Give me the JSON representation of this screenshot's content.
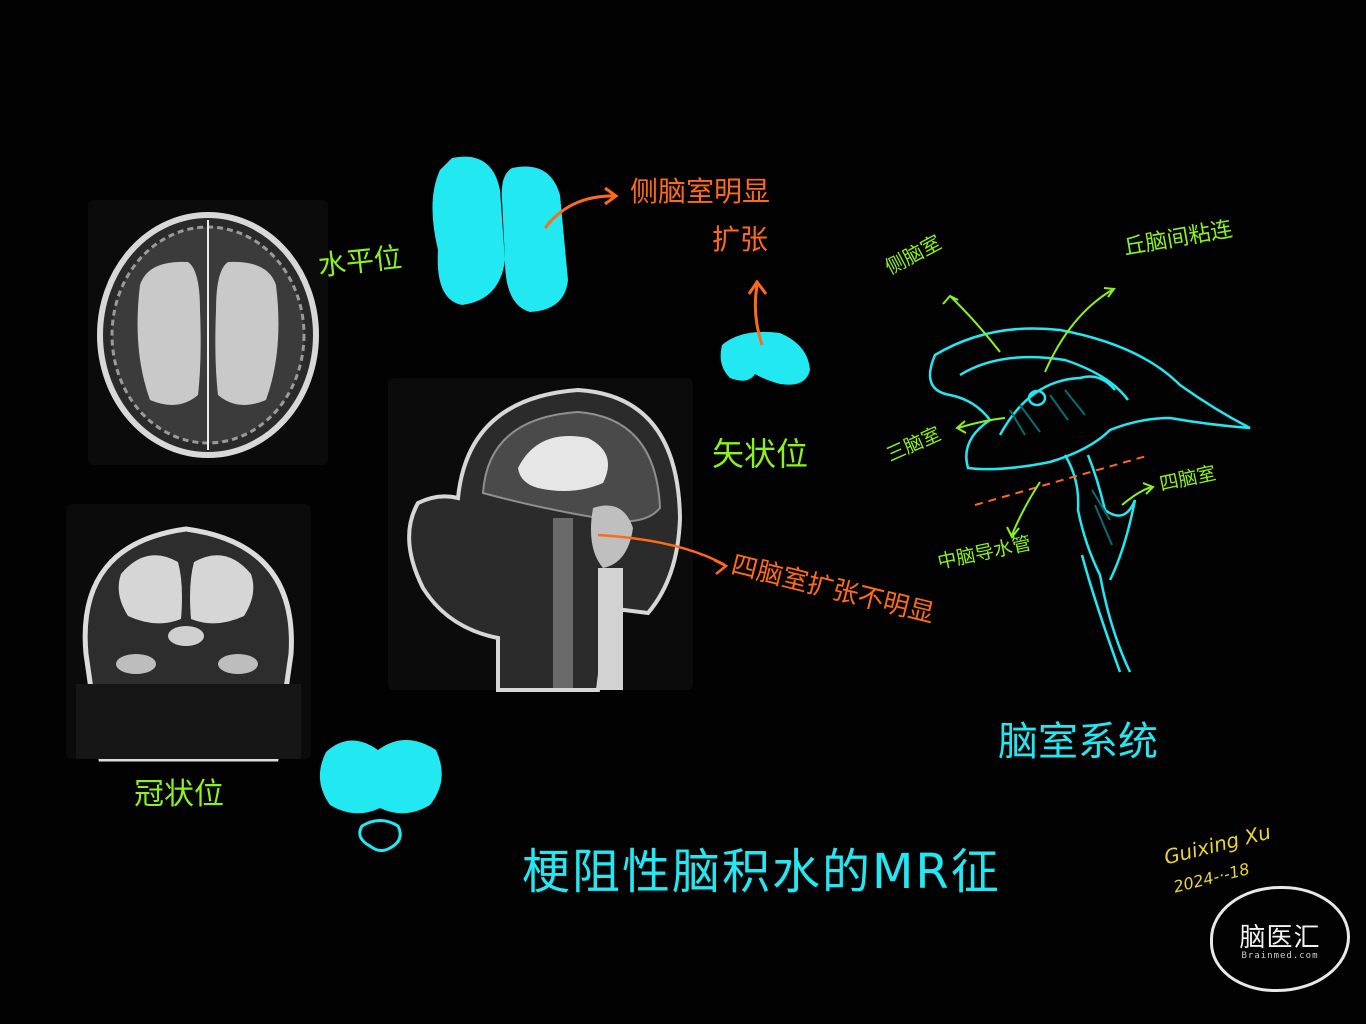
{
  "title": "梗阻性脑积水的MR征",
  "views": {
    "axial": "水平位",
    "sagittal": "矢状位",
    "coronal": "冠状位"
  },
  "annotations": {
    "lateral_dilated_line1": "侧脑室明显",
    "lateral_dilated_line2": "扩张",
    "fourth_not_dilated": "四脑室扩张不明显"
  },
  "ventricle_diagram": {
    "title": "脑室系统",
    "labels": {
      "lateral_ventricle": "侧脑室",
      "interthalamic_adhesion": "丘脑间粘连",
      "third_ventricle": "三脑室",
      "fourth_ventricle": "四脑室",
      "cerebral_aqueduct": "中脑导水管"
    }
  },
  "signature": {
    "author": "Guixing Xu",
    "date": "2024-·-18"
  },
  "watermark": {
    "name": "脑医汇",
    "url": "Brainmed.com"
  },
  "colors": {
    "background": "#020203",
    "cyan": "#22e8f2",
    "green": "#8cf21c",
    "orange": "#ff6a1a",
    "yellow": "#e9d43a"
  }
}
